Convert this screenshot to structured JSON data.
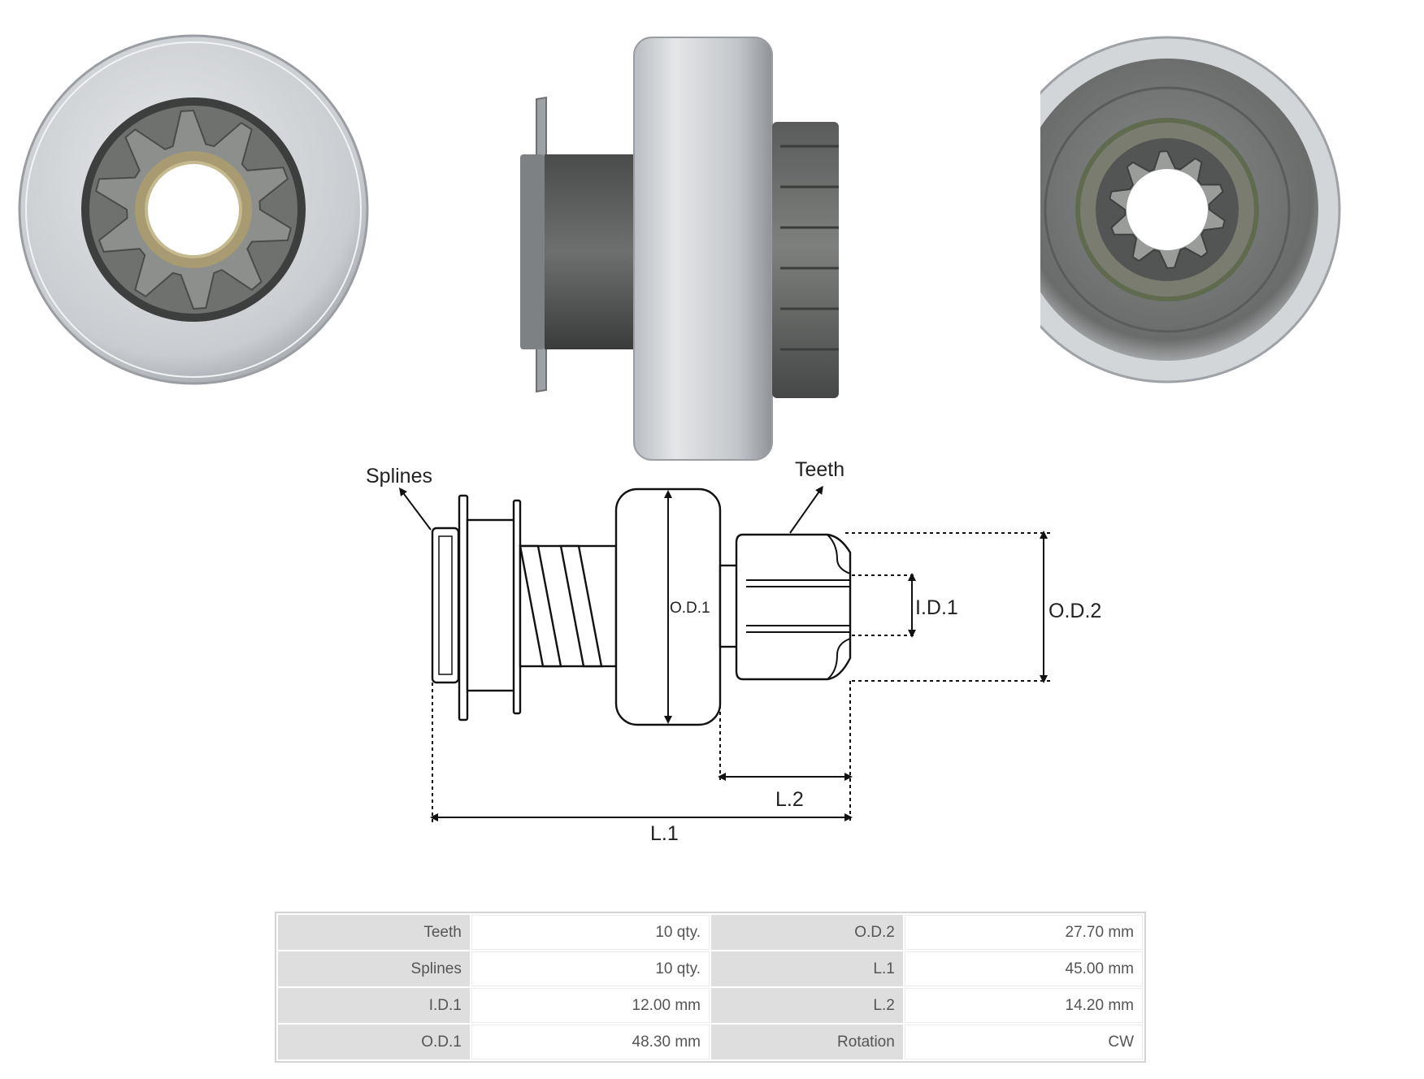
{
  "diagram": {
    "labels": {
      "splines": "Splines",
      "teeth": "Teeth",
      "od1": "O.D.1",
      "id1": "I.D.1",
      "od2": "O.D.2",
      "l2": "L.2",
      "l1": "L.1"
    }
  },
  "specs": {
    "rows": [
      {
        "k1": "Teeth",
        "v1": "10 qty.",
        "k2": "O.D.2",
        "v2": "27.70 mm"
      },
      {
        "k1": "Splines",
        "v1": "10 qty.",
        "k2": "L.1",
        "v2": "45.00 mm"
      },
      {
        "k1": "I.D.1",
        "v1": "12.00 mm",
        "k2": "L.2",
        "v2": "14.20 mm"
      },
      {
        "k1": "O.D.1",
        "v1": "48.30 mm",
        "k2": "Rotation",
        "v2": "CW"
      }
    ]
  },
  "colors": {
    "steel_light": "#d7dadd",
    "steel_dark": "#5c5f5f",
    "line": "#111111"
  }
}
